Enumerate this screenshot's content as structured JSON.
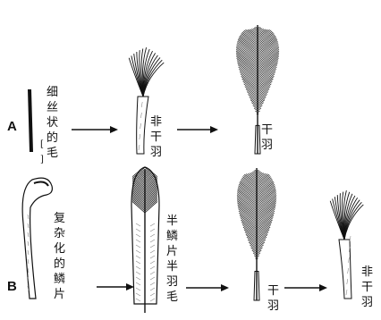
{
  "rows": [
    {
      "label": "A",
      "stages": [
        {
          "kind": "filament",
          "caption": "细丝状的毛",
          "caption_note": "[ ]"
        },
        {
          "kind": "non-vane",
          "caption": "非干羽"
        },
        {
          "kind": "vane",
          "caption": "干羽"
        }
      ]
    },
    {
      "label": "B",
      "stages": [
        {
          "kind": "scale",
          "caption": "复杂化的鳞片"
        },
        {
          "kind": "half-scale",
          "caption": "半鳞片半羽毛"
        },
        {
          "kind": "vane",
          "caption": "干羽"
        },
        {
          "kind": "non-vane",
          "caption": "非干羽"
        }
      ]
    }
  ],
  "colors": {
    "ink": "#111111",
    "background": "#ffffff"
  }
}
